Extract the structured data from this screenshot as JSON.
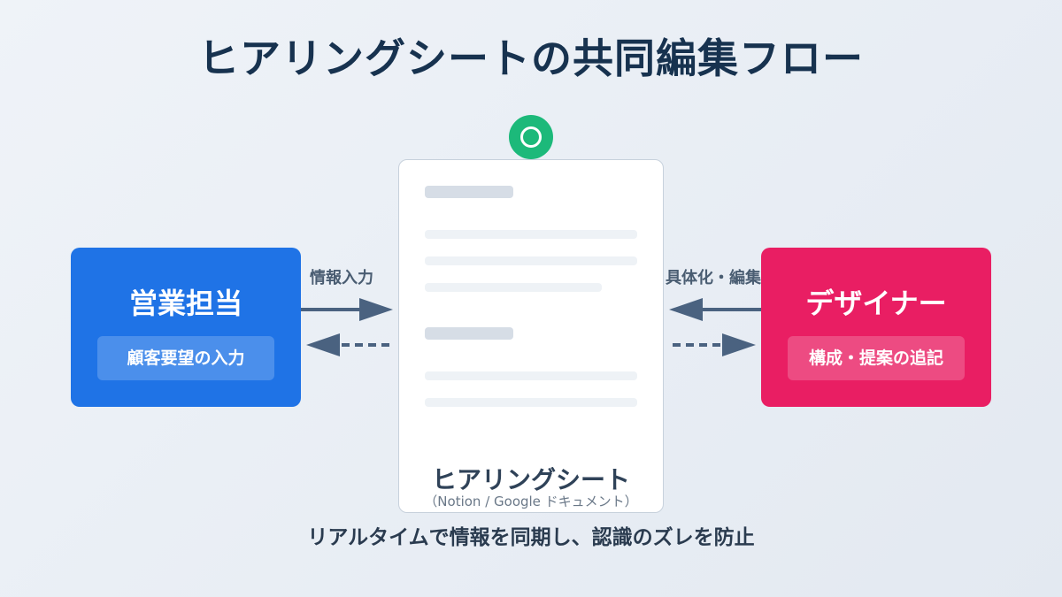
{
  "title": "ヒアリングシートの共同編集フロー",
  "sales": {
    "title": "営業担当",
    "tag": "顧客要望の入力"
  },
  "designer": {
    "title": "デザイナー",
    "tag": "構成・提案の追記"
  },
  "document": {
    "title": "ヒアリングシート",
    "subtitle": "（Notion / Google ドキュメント）"
  },
  "arrows": {
    "left_label": "情報入力",
    "right_label": "具体化・編集"
  },
  "badge_icon": "circle-status-icon",
  "caption": "リアルタイムで情報を同期し、認識のズレを防止",
  "colors": {
    "sales": "#1f73e6",
    "designer": "#e91e63",
    "badge": "#1cb97a",
    "arrow": "#4a6280"
  }
}
